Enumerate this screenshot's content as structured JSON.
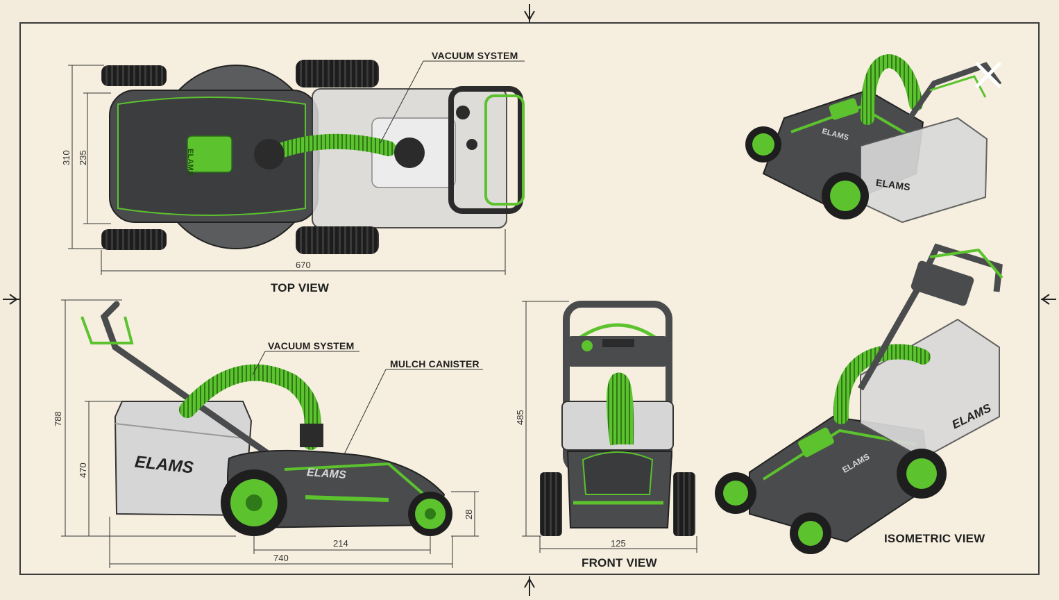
{
  "views": {
    "top": "TOP VIEW",
    "front": "FRONT VIEW",
    "isometric": "ISOMETRIC VIEW"
  },
  "callouts": {
    "vacuum_top": "VACUUM SYSTEM",
    "vacuum_side": "VACUUM SYSTEM",
    "mulch": "MULCH CANISTER"
  },
  "brand": "ELAMS",
  "dimensions": {
    "top_310": "310",
    "top_235": "235",
    "top_670": "670",
    "side_788": "788",
    "side_470": "470",
    "side_28": "28",
    "side_214": "214",
    "side_740": "740",
    "front_485": "485",
    "front_125": "125"
  },
  "colors": {
    "paper": "#f3ecdc",
    "body": "#4a4b4d",
    "accent": "#5cc22e",
    "canister": "#d6d6d6"
  },
  "icons": {
    "close": "close-icon"
  }
}
